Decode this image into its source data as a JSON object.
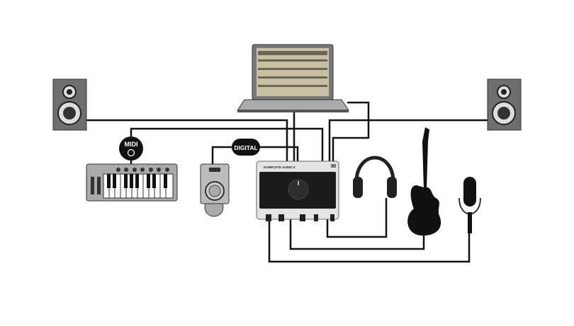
{
  "diagram": {
    "badges": {
      "midi": "MIDI",
      "digital": "DIGITAL"
    },
    "interface_label": "KOMPLETE AUDIO 6",
    "devices": [
      "laptop",
      "speaker-left",
      "speaker-right",
      "midi-keyboard",
      "cd-player",
      "audio-interface",
      "headphones",
      "electric-guitar",
      "microphone"
    ],
    "colors": {
      "cable": "#111111",
      "device_body": "#bdbdbd",
      "panel": "#1b1b1b"
    }
  }
}
